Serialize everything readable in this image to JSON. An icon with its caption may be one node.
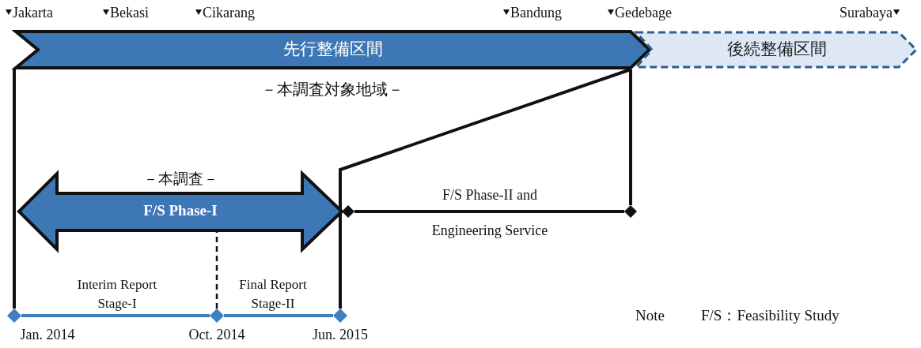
{
  "diagram": {
    "nodes": [
      {
        "text": [
          "先行整備区間"
        ]
      },
      {
        "text": [
          "後続整備区間"
        ]
      },
      {
        "text": [
          "－本調査－",
          "F/S Phase-I"
        ]
      },
      {
        "text": [],
        "shape": "diamond",
        "beside": [
          "Jan. 2014"
        ]
      },
      {
        "text": [],
        "shape": "diamond",
        "beside": [
          "Oct. 2014"
        ]
      },
      {
        "text": [],
        "shape": "diamond",
        "beside": [
          "Jun. 2015"
        ]
      },
      {
        "text": [],
        "shape": "diamond"
      },
      {
        "text": [],
        "shape": "diamond"
      }
    ],
    "edges": [
      {
        "from": 0,
        "to": 3,
        "arrow": "none"
      },
      {
        "from": 0,
        "to": 5,
        "arrow": "none"
      },
      {
        "from": 0,
        "to": 7,
        "arrow": "none"
      },
      {
        "from": 4,
        "to": 2,
        "arrow": "none",
        "style": "dashed"
      },
      {
        "from": 6,
        "to": 7,
        "arrow": "none"
      },
      {
        "from": 3,
        "to": 4,
        "arrow": "none",
        "label": "Interim Report Stage-I",
        "color": "#3f7fc0"
      },
      {
        "from": 4,
        "to": 5,
        "arrow": "none",
        "label": "Final Report Stage-II",
        "color": "#3f7fc0"
      }
    ],
    "labels": [
      "Jakarta",
      "Bekasi",
      "Cikarang",
      "Bandung",
      "Gedebage",
      "Surabaya",
      "－本調査対象地域－",
      "F/S Phase-II and Engineering Service",
      "Note",
      "F/S：Feasibility Study"
    ]
  }
}
